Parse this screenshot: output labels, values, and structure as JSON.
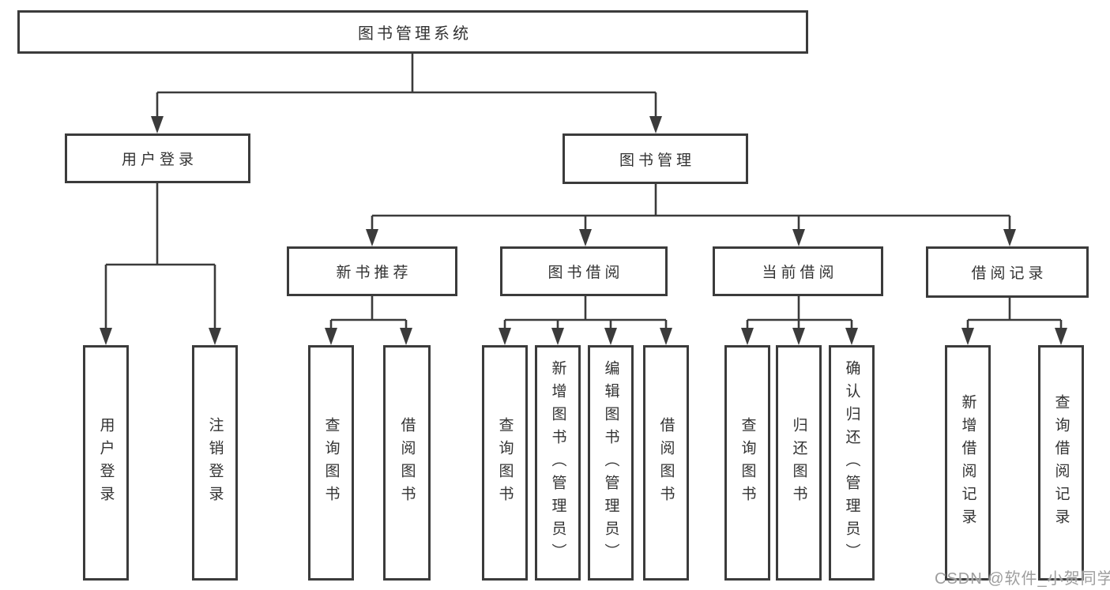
{
  "diagram": {
    "root": {
      "label": "图书管理系统"
    },
    "groups": {
      "user_login": {
        "label": "用户登录",
        "leaves": [
          "用户登录",
          "注销登录"
        ]
      },
      "book_management": {
        "label": "图书管理"
      },
      "new_book": {
        "label": "新书推荐",
        "leaves": [
          "查询图书",
          "借阅图书"
        ]
      },
      "book_borrow": {
        "label": "图书借阅",
        "leaves": [
          "查询图书",
          "新增图书（管理员）",
          "编辑图书（管理员）",
          "借阅图书"
        ]
      },
      "current_borrow": {
        "label": "当前借阅",
        "leaves": [
          "查询图书",
          "归还图书",
          "确认归还（管理员）"
        ]
      },
      "borrow_records": {
        "label": "借阅记录",
        "leaves": [
          "新增借阅记录",
          "查询借阅记录"
        ]
      }
    },
    "colors": {
      "line": "#3b3b3b",
      "box_border": "#3b3b3b",
      "text": "#333333",
      "background": "#ffffff",
      "watermark": "#9e9e9e"
    }
  },
  "watermark": {
    "text": "CSDN @软件_小贺同学"
  }
}
